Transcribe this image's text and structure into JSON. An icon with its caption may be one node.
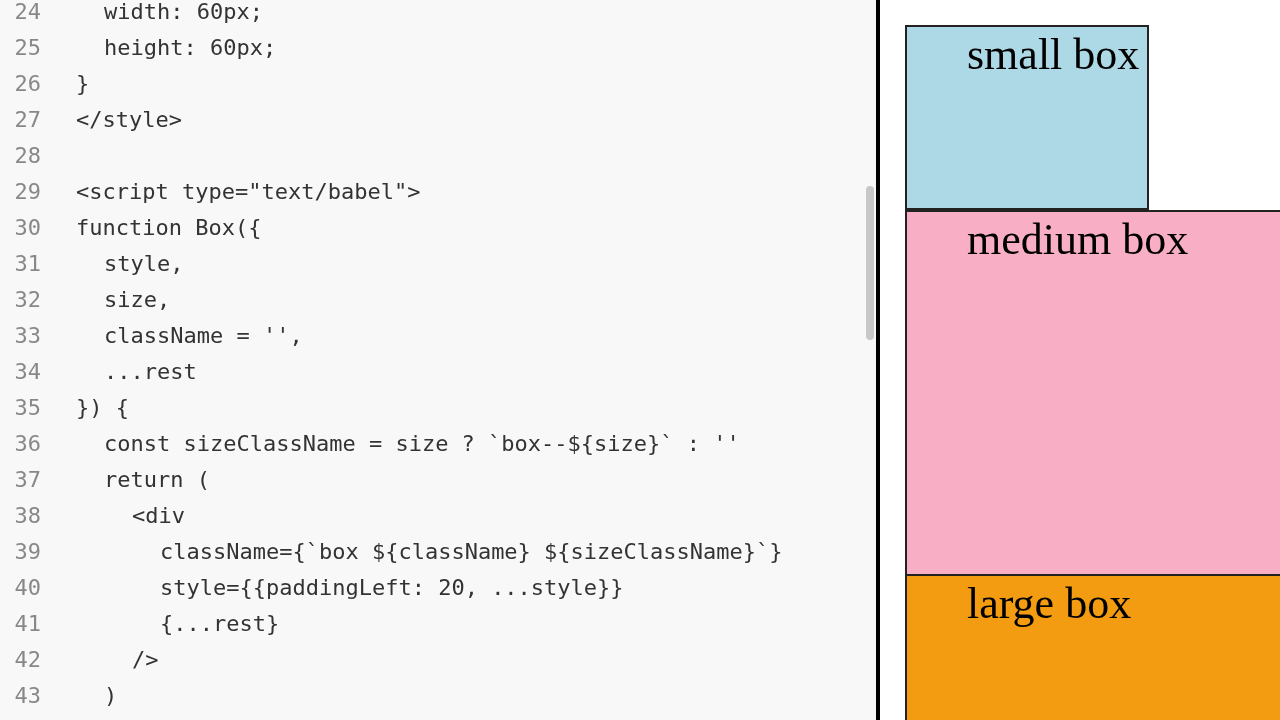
{
  "diagram": {
    "nodes": [
      {
        "text": [
          "small box"
        ]
      },
      {
        "text": [
          "medium box"
        ]
      },
      {
        "text": [
          "large box"
        ]
      }
    ],
    "labels": [
      "24",
      "width: 60px;",
      "25",
      "height: 60px;",
      "26",
      "}",
      "27",
      "</style>",
      "28",
      "29",
      "<script type=\"text/babel\">",
      "30",
      "function Box({",
      "31",
      "style,",
      "32",
      "size,",
      "33",
      "className = '',",
      "34",
      "...rest",
      "35",
      "}) {",
      "36",
      "const sizeClassName = size ? `box--${size}` : ''",
      "37",
      "return (",
      "38",
      "<div",
      "39",
      "className={`box ${className} ${sizeClassName}`}",
      "40",
      "style={{paddingLeft: 20, ...style}}",
      "41",
      "{...rest}",
      "42",
      "/>",
      "43",
      ")"
    ]
  }
}
